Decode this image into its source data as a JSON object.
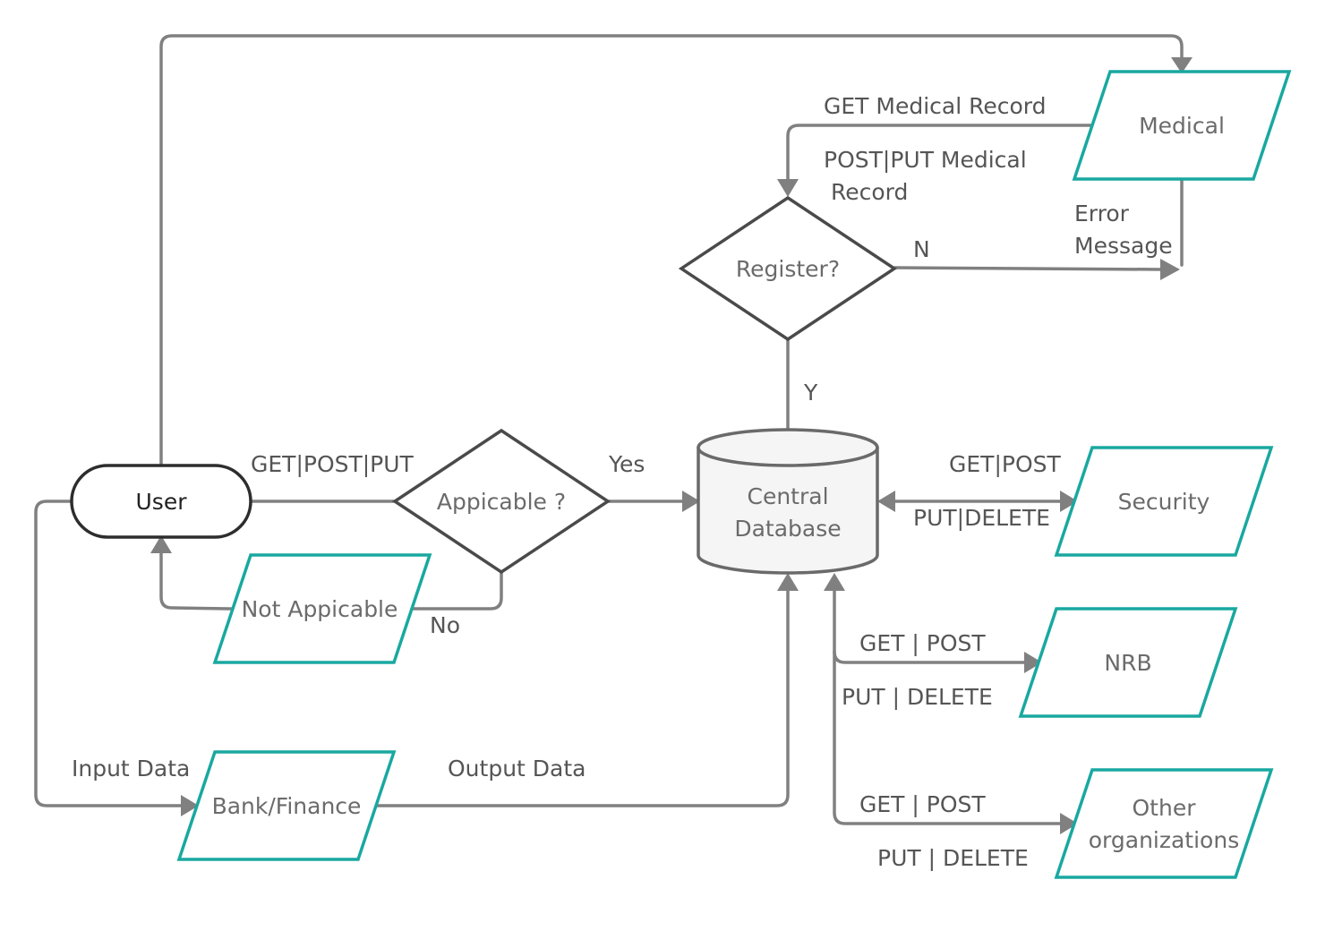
{
  "nodes": {
    "user": "User",
    "applicable": "Appicable ?",
    "not_applicable": "Not Appicable",
    "database_line1": "Central",
    "database_line2": "Database",
    "register": "Register?",
    "medical": "Medical",
    "security": "Security",
    "nrb": "NRB",
    "other_line1": "Other",
    "other_line2": "organizations",
    "bank": "Bank/Finance"
  },
  "edge_labels": {
    "user_to_applicable": "GET|POST|PUT",
    "applicable_yes": "Yes",
    "applicable_no": "No",
    "register_yes": "Y",
    "register_no": "N",
    "error_line1": "Error",
    "error_line2": "Message",
    "medical_get": "GET Medical Record",
    "medical_post_line1": "POST|PUT Medical",
    "medical_post_line2": "Record",
    "security_get": "GET|POST",
    "security_put": "PUT|DELETE",
    "nrb_get": "GET | POST",
    "nrb_put": "PUT | DELETE",
    "other_get": "GET | POST",
    "other_put": "PUT | DELETE",
    "input_data": "Input Data",
    "output_data": "Output Data"
  }
}
